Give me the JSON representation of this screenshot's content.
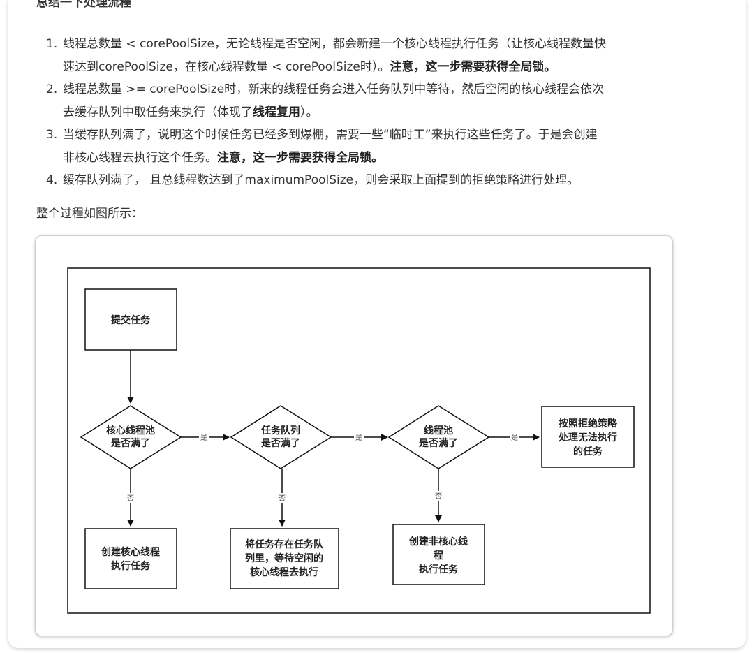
{
  "heading": "总结一下处理流程",
  "steps": [
    {
      "num": "1.",
      "l1_pre": "线程总数量 < corePoolSize，无论线程是否空闲，都会新建一个核心线程执行任务（让核心线程数量快",
      "l2_pre": "速达到corePoolSize，在核心线程数量 < corePoolSize时）。",
      "l2_bold": "注意，这一步需要获得全局锁。"
    },
    {
      "num": "2.",
      "l1_pre": "线程总数量 >= corePoolSize时，新来的线程任务会进入任务队列中等待，然后空闲的核心线程会依次",
      "l2_pre": "去缓存队列中取任务来执行（体现了",
      "l2_bold": "线程复用",
      "l2_post": "）。"
    },
    {
      "num": "3.",
      "l1_pre": "当缓存队列满了，说明这个时候任务已经多到爆棚，需要一些“临时工”来执行这些任务了。于是会创建",
      "l2_pre": "非核心线程去执行这个任务。",
      "l2_bold": "注意，这一步需要获得全局锁。"
    },
    {
      "num": "4.",
      "l1_pre": "缓存队列满了， 且总线程数达到了maximumPoolSize，则会采取上面提到的拒绝策略进行处理。"
    }
  ],
  "intro": "整个过程如图所示：",
  "flow": {
    "submit": "提交任务",
    "d1": [
      "核心线程池",
      "是否满了"
    ],
    "d2": [
      "任务队列",
      "是否满了"
    ],
    "d3": [
      "线程池",
      "是否满了"
    ],
    "reject": [
      "按照拒绝策略",
      "处理无法执行",
      "的任务"
    ],
    "r1": [
      "创建核心线程",
      "执行任务"
    ],
    "r2": [
      "将任务存在任务队",
      "列里，等待空闲的",
      "核心线程去执行"
    ],
    "r3": [
      "创建非核心线",
      "程",
      "执行任务"
    ],
    "yes": "是",
    "no": "否"
  }
}
